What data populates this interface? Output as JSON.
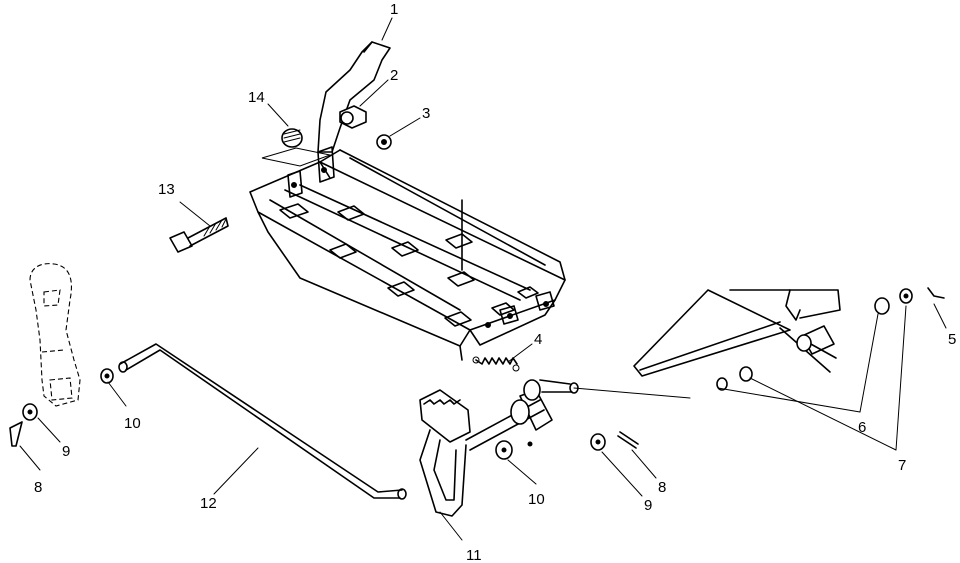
{
  "callouts": [
    {
      "id": "1",
      "text": "1"
    },
    {
      "id": "2",
      "text": "2"
    },
    {
      "id": "3",
      "text": "3"
    },
    {
      "id": "4",
      "text": "4"
    },
    {
      "id": "5",
      "text": "5"
    },
    {
      "id": "6",
      "text": "6"
    },
    {
      "id": "7",
      "text": "7"
    },
    {
      "id": "8a",
      "text": "8"
    },
    {
      "id": "8b",
      "text": "8"
    },
    {
      "id": "9a",
      "text": "9"
    },
    {
      "id": "9b",
      "text": "9"
    },
    {
      "id": "10a",
      "text": "10"
    },
    {
      "id": "10b",
      "text": "10"
    },
    {
      "id": "11",
      "text": "11"
    },
    {
      "id": "12",
      "text": "12"
    },
    {
      "id": "13",
      "text": "13"
    },
    {
      "id": "14",
      "text": "14"
    }
  ]
}
